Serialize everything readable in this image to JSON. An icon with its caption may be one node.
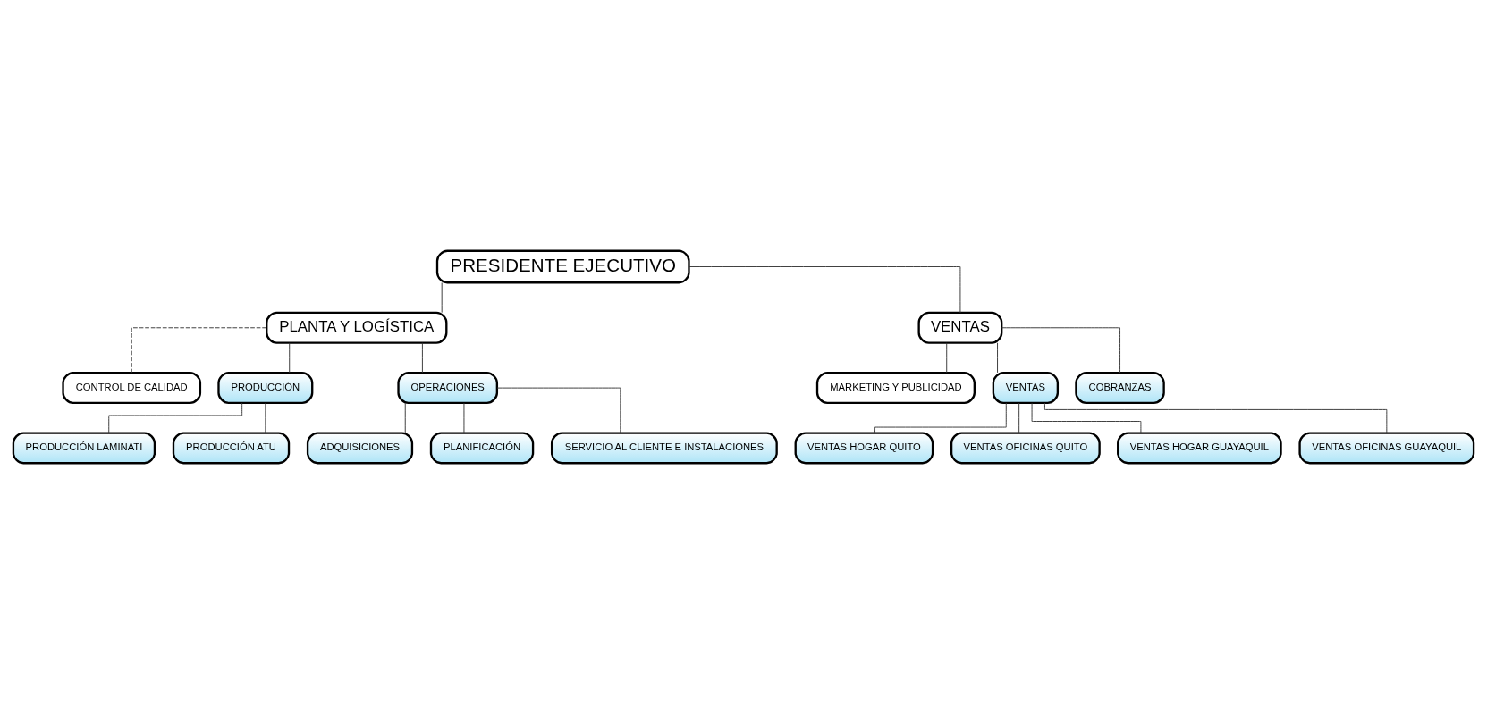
{
  "diagram": {
    "nodes": [
      {
        "text": [
          "PRESIDENTE EJECUTIVO"
        ]
      },
      {
        "text": [
          "PLANTA Y LOGÍSTICA"
        ]
      },
      {
        "text": [
          "VENTAS"
        ]
      },
      {
        "text": [
          "CONTROL DE CALIDAD"
        ]
      },
      {
        "text": [
          "PRODUCCIÓN"
        ]
      },
      {
        "text": [
          "OPERACIONES"
        ]
      },
      {
        "text": [
          "MARKETING Y PUBLICIDAD"
        ]
      },
      {
        "text": [
          "VENTAS"
        ]
      },
      {
        "text": [
          "COBRANZAS"
        ]
      },
      {
        "text": [
          "PRODUCCIÓN LAMINATI"
        ]
      },
      {
        "text": [
          "PRODUCCIÓN ATU"
        ]
      },
      {
        "text": [
          "ADQUISICIONES"
        ]
      },
      {
        "text": [
          "PLANIFICACIÓN"
        ]
      },
      {
        "text": [
          "SERVICIO AL CLIENTE E INSTALACIONES"
        ]
      },
      {
        "text": [
          "VENTAS HOGAR QUITO"
        ]
      },
      {
        "text": [
          "VENTAS OFICINAS QUITO"
        ]
      },
      {
        "text": [
          "VENTAS HOGAR GUAYAQUIL"
        ]
      },
      {
        "text": [
          "VENTAS OFICINAS GUAYAQUIL"
        ]
      }
    ],
    "edges": [
      {
        "from": 0,
        "to": 1,
        "arrow": "none"
      },
      {
        "from": 0,
        "to": 2,
        "arrow": "none"
      },
      {
        "from": 1,
        "to": 3,
        "arrow": "none",
        "style": "dashed"
      },
      {
        "from": 1,
        "to": 4,
        "arrow": "none"
      },
      {
        "from": 1,
        "to": 5,
        "arrow": "none"
      },
      {
        "from": 2,
        "to": 6,
        "arrow": "none"
      },
      {
        "from": 2,
        "to": 7,
        "arrow": "none"
      },
      {
        "from": 2,
        "to": 8,
        "arrow": "none"
      },
      {
        "from": 4,
        "to": 9,
        "arrow": "none"
      },
      {
        "from": 4,
        "to": 10,
        "arrow": "none"
      },
      {
        "from": 5,
        "to": 11,
        "arrow": "none"
      },
      {
        "from": 5,
        "to": 12,
        "arrow": "none"
      },
      {
        "from": 5,
        "to": 13,
        "arrow": "none"
      },
      {
        "from": 7,
        "to": 14,
        "arrow": "none"
      },
      {
        "from": 7,
        "to": 15,
        "arrow": "none"
      },
      {
        "from": 7,
        "to": 16,
        "arrow": "none"
      },
      {
        "from": 7,
        "to": 17,
        "arrow": "none"
      }
    ]
  }
}
